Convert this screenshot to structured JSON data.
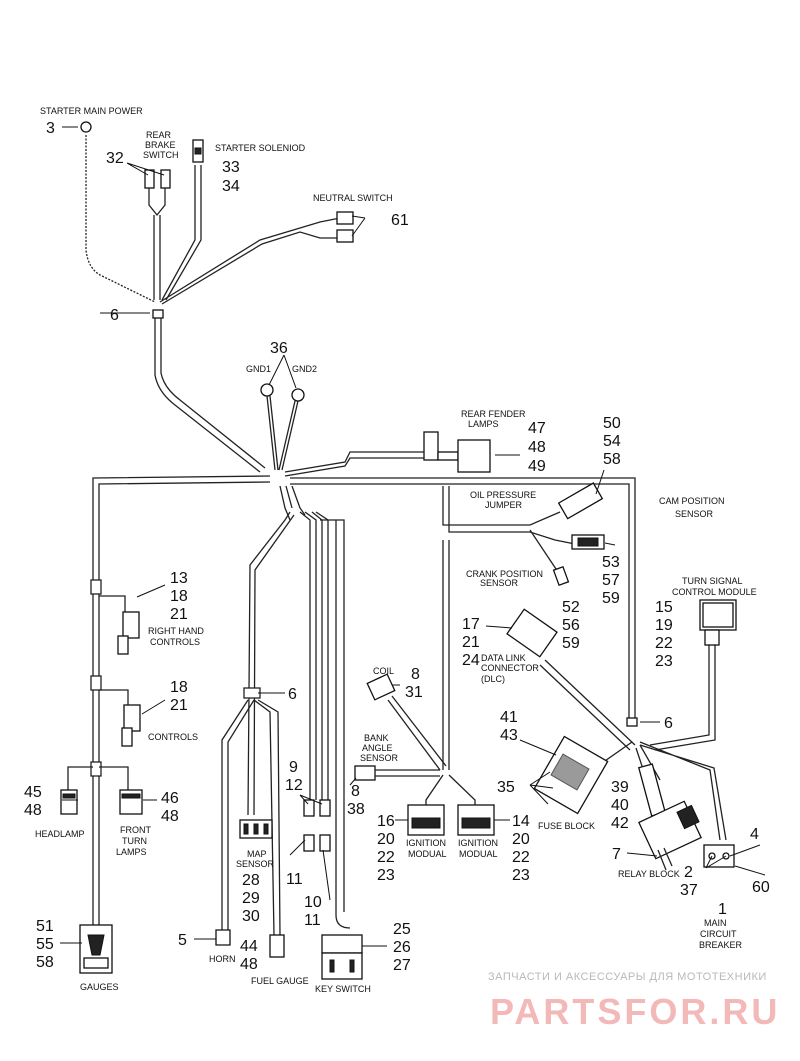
{
  "labels": {
    "starter_main_power": "STARTER MAIN POWER",
    "rear_brake_1": "REAR",
    "rear_brake_2": "BRAKE",
    "rear_brake_3": "SWITCH",
    "starter_solenoid": "STARTER SOLENIOD",
    "neutral_switch": "NEUTRAL SWITCH",
    "gnd1": "GND1",
    "gnd2": "GND2",
    "rear_fender_1": "REAR FENDER",
    "rear_fender_2": "LAMPS",
    "oil_pressure_1": "OIL PRESSURE",
    "oil_pressure_2": "JUMPER",
    "cam_position_1": "CAM POSITION",
    "cam_position_2": "SENSOR",
    "crank_position_1": "CRANK POSITION",
    "crank_position_2": "SENSOR",
    "turn_signal_1": "TURN SIGNAL",
    "turn_signal_2": "CONTROL MODULE",
    "right_hand_1": "RIGHT HAND",
    "right_hand_2": "CONTROLS",
    "controls": "CONTROLS",
    "dlc_1": "DATA LINK",
    "dlc_2": "CONNECTOR",
    "dlc_3": "(DLC)",
    "coil": "COIL",
    "bank_angle_1": "BANK",
    "bank_angle_2": "ANGLE",
    "bank_angle_3": "SENSOR",
    "fuse_block": "FUSE BLOCK",
    "relay_block": "RELAY BLOCK",
    "main_breaker_1": "MAIN",
    "main_breaker_2": "CIRCUIT",
    "main_breaker_3": "BREAKER",
    "headlamp": "HEADLAMP",
    "front_turn_1": "FRONT",
    "front_turn_2": "TURN",
    "front_turn_3": "LAMPS",
    "map_sensor_1": "MAP",
    "map_sensor_2": "SENSOR",
    "ignition_1a": "IGNITION",
    "ignition_1b": "MODUAL",
    "ignition_2a": "IGNITION",
    "ignition_2b": "MODUAL",
    "horn": "HORN",
    "fuel_gauge": "FUEL GAUGE",
    "key_switch": "KEY SWITCH",
    "gauges": "GAUGES"
  },
  "callouts": {
    "n3": "3",
    "n32": "32",
    "n33": "33",
    "n34": "34",
    "n61": "61",
    "n6_top": "6",
    "n36": "36",
    "n47": "47",
    "n48_fender": "48",
    "n49": "49",
    "n50": "50",
    "n54": "54",
    "n58_oil": "58",
    "n53": "53",
    "n57": "57",
    "n59_cam": "59",
    "n52": "52",
    "n56": "56",
    "n59_crank": "59",
    "n15": "15",
    "n19": "19",
    "n22_tsm": "22",
    "n23_tsm": "23",
    "n13": "13",
    "n18_rh": "18",
    "n21_rh": "21",
    "n17": "17",
    "n21_dlc": "21",
    "n24": "24",
    "n8_coil": "8",
    "n31": "31",
    "n18_ctrl": "18",
    "n21_ctrl": "21",
    "n6_mid": "6",
    "n6_right": "6",
    "n41": "41",
    "n43": "43",
    "n35": "35",
    "n39": "39",
    "n40": "40",
    "n42": "42",
    "n7": "7",
    "n4": "4",
    "n2": "2",
    "n37": "37",
    "n60": "60",
    "n1": "1",
    "n45": "45",
    "n48_head": "48",
    "n46": "46",
    "n48_turn": "48",
    "n9": "9",
    "n12": "12",
    "n8_bank": "8",
    "n38": "38",
    "n16": "16",
    "n20_l": "20",
    "n22_l": "22",
    "n23_l": "23",
    "n14": "14",
    "n20_r": "20",
    "n22_r": "22",
    "n23_r": "23",
    "n28": "28",
    "n29": "29",
    "n30": "30",
    "n11_a": "11",
    "n10": "10",
    "n11_b": "11",
    "n51": "51",
    "n55": "55",
    "n58_gauge": "58",
    "n5": "5",
    "n44": "44",
    "n48_fuel": "48",
    "n25": "25",
    "n26": "26",
    "n27": "27"
  },
  "watermark": {
    "line1": "ЗАПЧАСТИ И АКСЕССУАРЫ ДЛЯ МОТОТЕХНИКИ",
    "line2": "PARTSFOR.RU"
  },
  "colors": {
    "line": "#222222",
    "watermark_text": "#b9b9b9",
    "watermark_logo": "#f3b8b8"
  }
}
